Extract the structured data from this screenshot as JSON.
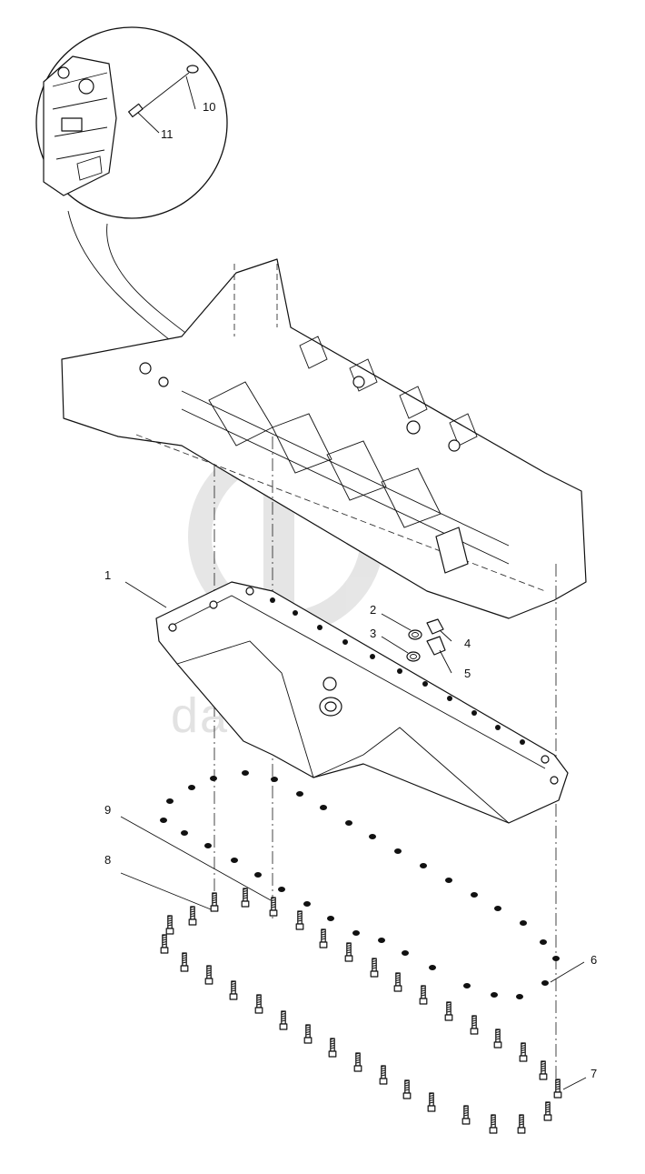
{
  "watermark": {
    "text": "data-parts"
  },
  "callouts": [
    {
      "id": "1",
      "label": "1"
    },
    {
      "id": "2",
      "label": "2"
    },
    {
      "id": "3",
      "label": "3"
    },
    {
      "id": "4",
      "label": "4"
    },
    {
      "id": "5",
      "label": "5"
    },
    {
      "id": "6",
      "label": "6"
    },
    {
      "id": "7",
      "label": "7"
    },
    {
      "id": "8",
      "label": "8"
    },
    {
      "id": "9",
      "label": "9"
    },
    {
      "id": "10",
      "label": "10"
    },
    {
      "id": "11",
      "label": "11"
    }
  ]
}
